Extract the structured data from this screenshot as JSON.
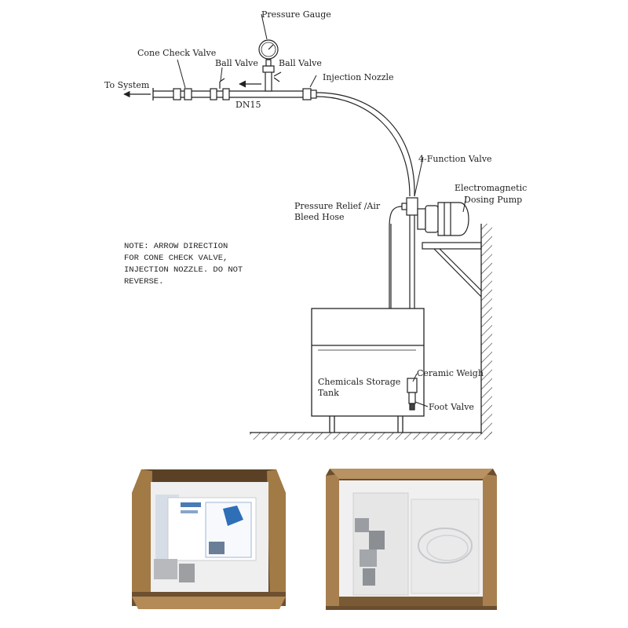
{
  "labels": {
    "pressure_gauge": "Pressure Gauge",
    "cone_check_valve": "Cone Check Valve",
    "ball_valve_1": "Ball Valve",
    "ball_valve_2": "Ball Valve",
    "to_system": "To System",
    "injection_nozzle": "Injection Nozzle",
    "dn15": "DN15",
    "four_function_valve": "4-Function Valve",
    "dosing_pump_line1": "Electromagnetic",
    "dosing_pump_line2": "Dosing Pump",
    "relief_hose_line1": "Pressure Relief /Air",
    "relief_hose_line2": "Bleed Hose",
    "tank_line1": "Chemicals Storage",
    "tank_line2": "Tank",
    "ceramic_weight": "Ceramic Weigh",
    "foot_valve": "Foot Valve"
  },
  "note": {
    "line1": "NOTE: ARROW DIRECTION",
    "line2": "FOR CONE CHECK VALVE,",
    "line3": "INJECTION NOZZLE. DO NOT",
    "line4": "REVERSE."
  },
  "colors": {
    "line": "#222222",
    "cardboard": "#b8925e",
    "cardboard_dark": "#7d5f38",
    "foam": "#f2f2f2"
  }
}
